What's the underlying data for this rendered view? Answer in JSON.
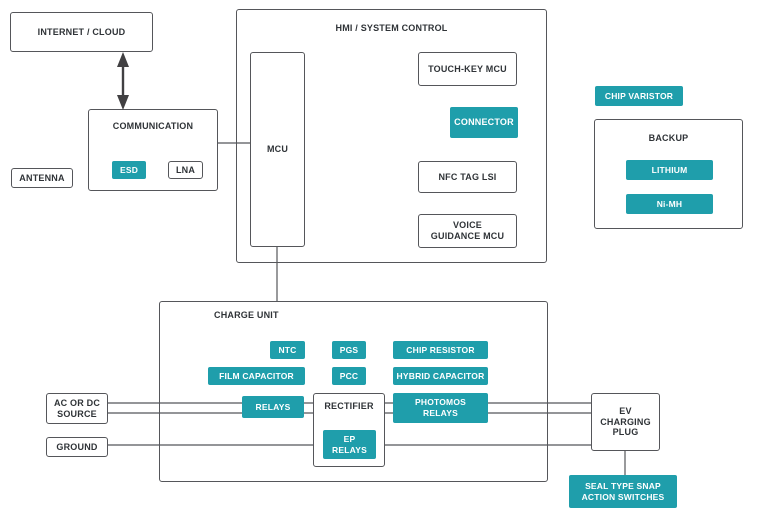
{
  "diagram": {
    "colors": {
      "teal": "#1f9eab",
      "border": "#55565a",
      "text": "#2f3337",
      "line": "#55565a",
      "arrow": "#414042"
    },
    "nodes": {
      "internet_cloud": {
        "label": "INTERNET / CLOUD"
      },
      "communication": {
        "label": "COMMUNICATION",
        "esd": "ESD",
        "lna": "LNA"
      },
      "antenna": {
        "label": "ANTENNA"
      },
      "hmi": {
        "label": "HMI / SYSTEM CONTROL",
        "mcu": "MCU",
        "touch_key_mcu": "TOUCH-KEY MCU",
        "connector": "CONNECTOR",
        "nfc_tag_lsi": "NFC TAG LSI",
        "voice_guidance_mcu": "VOICE GUIDANCE MCU"
      },
      "chip_varistor": {
        "label": "CHIP VARISTOR"
      },
      "backup": {
        "label": "BACKUP",
        "lithium": "LITHIUM",
        "nimh": "Ni-MH"
      },
      "charge_unit": {
        "label": "CHARGE UNIT",
        "ntc": "NTC",
        "pgs": "PGS",
        "chip_resistor": "CHIP RESISTOR",
        "film_capacitor": "FILM CAPACITOR",
        "pcc": "PCC",
        "hybrid_capacitor": "HYBRID CAPACITOR",
        "relays": "RELAYS",
        "rectifier": "RECTIFIER",
        "ep_relays": "EP RELAYS",
        "photomos_relays": "PHOTOMOS RELAYS"
      },
      "ac_dc_source": {
        "label": "AC OR DC SOURCE"
      },
      "ground": {
        "label": "GROUND"
      },
      "ev_charging_plug": {
        "label": "EV CHARGING PLUG"
      },
      "seal_switches": {
        "label": "SEAL TYPE SNAP ACTION SWITCHES"
      }
    }
  }
}
